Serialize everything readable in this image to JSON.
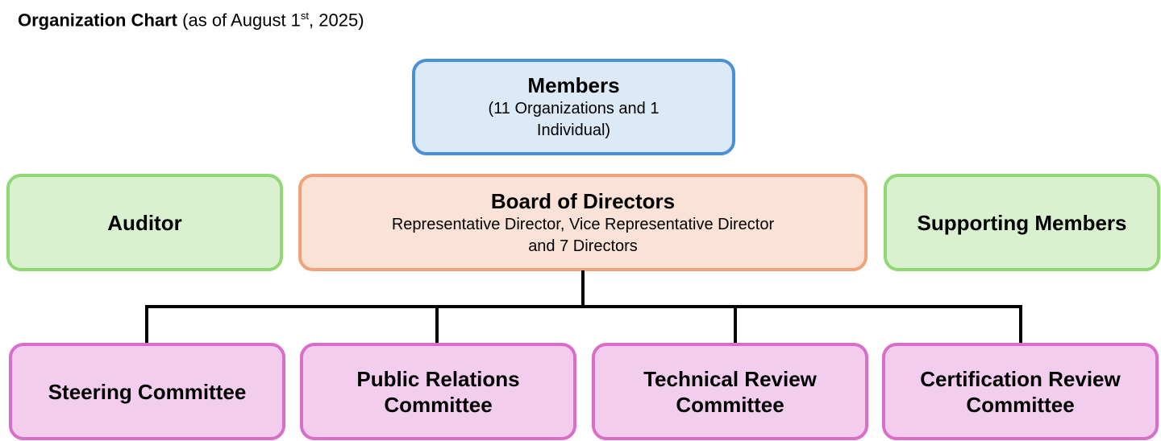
{
  "title": {
    "bold": "Organization Chart",
    "prefix": "(as of August 1",
    "sup": "st",
    "suffix": ", 2025)"
  },
  "members": {
    "title": "Members",
    "line1": "(11 Organizations and 1",
    "line2": "Individual)"
  },
  "auditor": {
    "title": "Auditor"
  },
  "board": {
    "title": "Board of Directors",
    "line1": "Representative Director, Vice Representative Director",
    "line2": "and 7 Directors"
  },
  "supporting": {
    "title": "Supporting Members"
  },
  "committees": [
    {
      "line1": "Steering Committee"
    },
    {
      "line1": "Public Relations",
      "line2": "Committee"
    },
    {
      "line1": "Technical Review",
      "line2": "Committee"
    },
    {
      "line1": "Certification Review",
      "line2": "Committee"
    }
  ]
}
